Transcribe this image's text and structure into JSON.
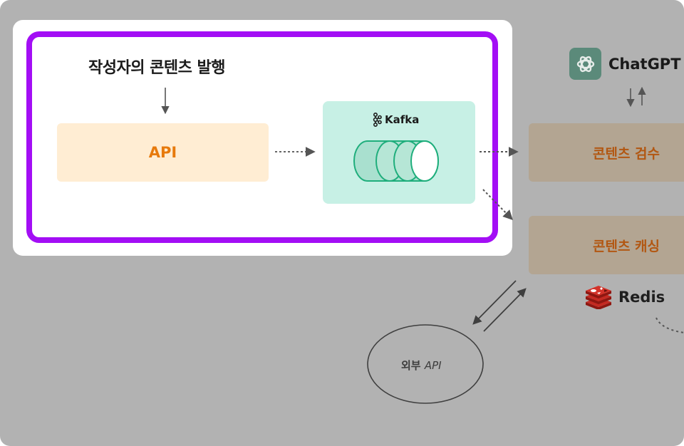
{
  "diagram": {
    "title": "작성자의 콘텐츠 발행",
    "nodes": {
      "api": {
        "label": "API"
      },
      "kafka": {
        "label": "Kafka",
        "icon": "kafka-icon"
      },
      "chatgpt": {
        "label": "ChatGPT",
        "icon": "openai-icon"
      },
      "review": {
        "label": "콘텐츠 검수"
      },
      "cache": {
        "label": "콘텐츠 캐싱"
      },
      "redis": {
        "label": "Redis",
        "icon": "redis-icon"
      },
      "external_api": {
        "label_ko": "외부",
        "label_en": "API"
      }
    },
    "colors": {
      "background": "#b2b2b2",
      "highlight": "#a30ef5",
      "api_fill": "#ffedd3",
      "api_text": "#e77a0c",
      "kafka_fill": "#c7f0e5",
      "kafka_stroke": "#1fae7c",
      "service_fill": "#b3a592",
      "service_text": "#b25712",
      "chatgpt_green": "#5b8a7a",
      "redis_red": "#b3201a"
    }
  }
}
